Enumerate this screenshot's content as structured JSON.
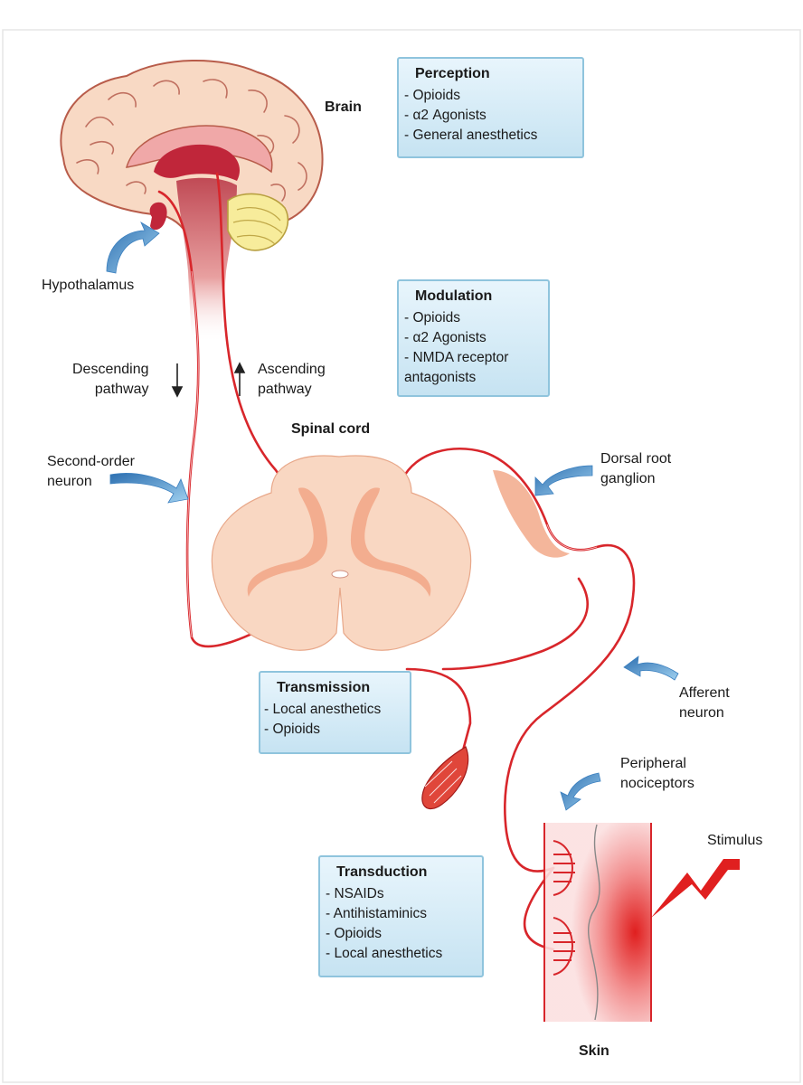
{
  "labels": {
    "brain": "Brain",
    "hypothalamus": "Hypothalamus",
    "descending_pathway": "Descending\npathway",
    "ascending_pathway": "Ascending\npathway",
    "spinal_cord": "Spinal cord",
    "second_order_neuron": "Second-order\nneuron",
    "dorsal_root_ganglion": "Dorsal root\nganglion",
    "afferent_neuron": "Afferent\nneuron",
    "peripheral_nociceptors": "Peripheral\nnociceptors",
    "stimulus": "Stimulus",
    "skin": "Skin"
  },
  "boxes": {
    "perception": {
      "title": "Perception",
      "items": [
        "Opioids",
        "α2 Agonists",
        "General anesthetics"
      ]
    },
    "modulation": {
      "title": "Modulation",
      "items": [
        "Opioids",
        "α2 Agonists",
        "NMDA receptor\nantagonists"
      ]
    },
    "transmission": {
      "title": "Transmission",
      "items": [
        "Local anesthetics",
        "Opioids"
      ]
    },
    "transduction": {
      "title": "Transduction",
      "items": [
        "NSAIDs",
        "Antihistaminics",
        "Opioids",
        "Local anesthetics"
      ]
    }
  },
  "colors": {
    "neuron": "#d8262b",
    "spinal_cord": "#f7c6a8",
    "gray_matter": "#f2a98a",
    "brain": "#f8d9c4",
    "brainstem": "#b8303c",
    "cerebellum": "#f7ec9b",
    "arrow": "#4a90c8",
    "box_border": "#8fc4dd",
    "box_fill": "#d4ecf8"
  }
}
